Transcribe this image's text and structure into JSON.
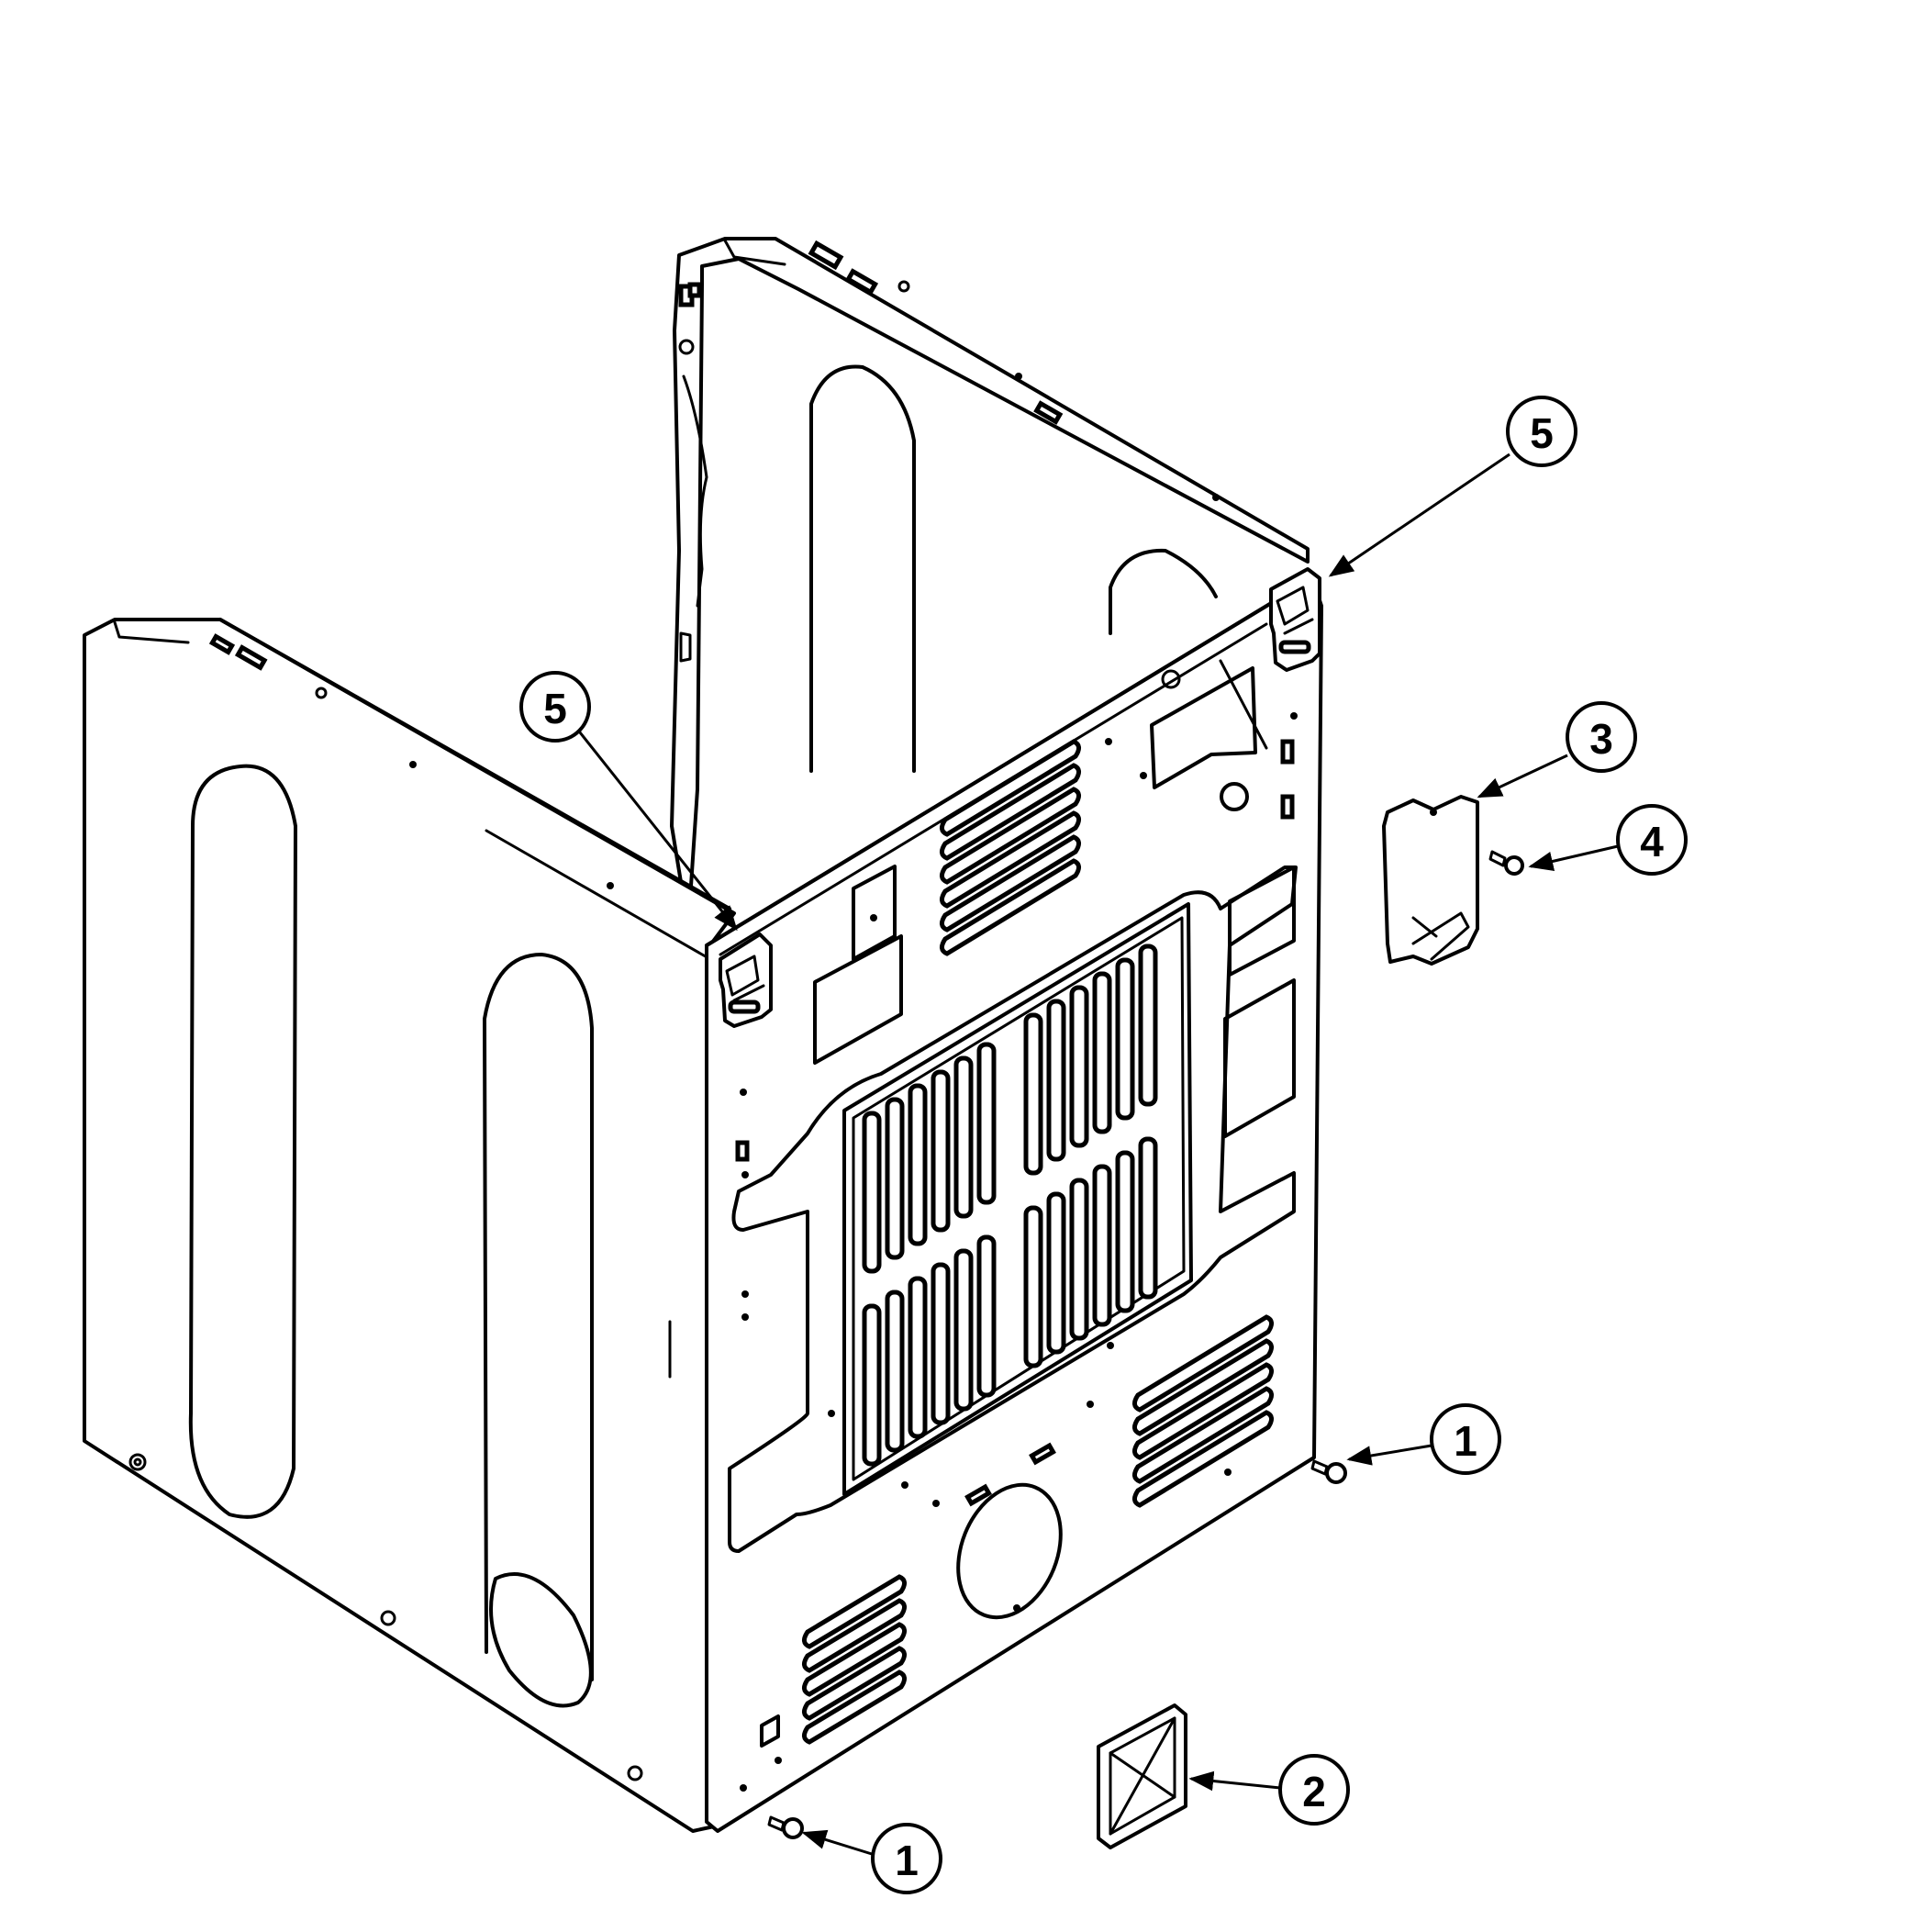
{
  "callouts": [
    {
      "id": "callout-5-top-right",
      "label": "5"
    },
    {
      "id": "callout-5-left",
      "label": "5"
    },
    {
      "id": "callout-3",
      "label": "3"
    },
    {
      "id": "callout-4",
      "label": "4"
    },
    {
      "id": "callout-1-right",
      "label": "1"
    },
    {
      "id": "callout-2",
      "label": "2"
    },
    {
      "id": "callout-1-bottom",
      "label": "1"
    }
  ]
}
